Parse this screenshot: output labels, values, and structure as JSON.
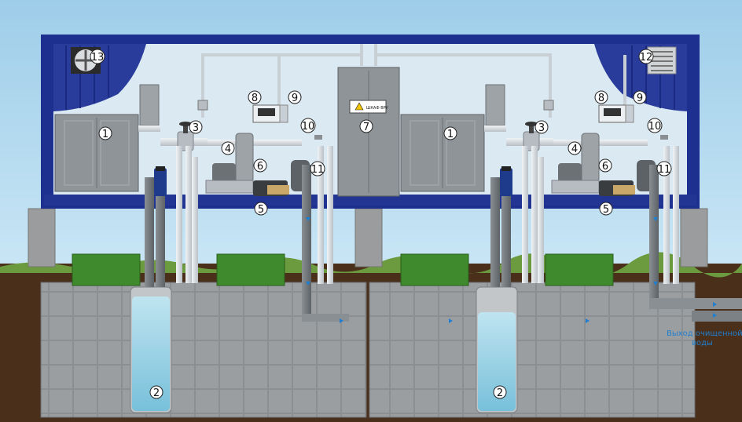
{
  "labels": {
    "n1": "1",
    "n2": "2",
    "n3": "3",
    "n4": "4",
    "n5": "5",
    "n6": "6",
    "n7": "7",
    "n8": "8",
    "n9": "9",
    "n10": "10",
    "n11": "11",
    "n12": "12",
    "n13": "13"
  },
  "cabinet_sign": "ШКАФ ВРУ",
  "outlet_label": {
    "line1": "Выход очищенной",
    "line2": "воды"
  },
  "colors": {
    "sky": "#a9d3ec",
    "container_frame": "#1d2f8f",
    "interior": "#dbe9f2",
    "soil": "#4a2f1a",
    "grass": "#6c9a3e",
    "tanks": "#3f8a2c",
    "water": "#9fd4e6",
    "cabinet": "#8f9498",
    "pipe": "#d8dee2",
    "flow_arrow": "#1e7fd0"
  }
}
